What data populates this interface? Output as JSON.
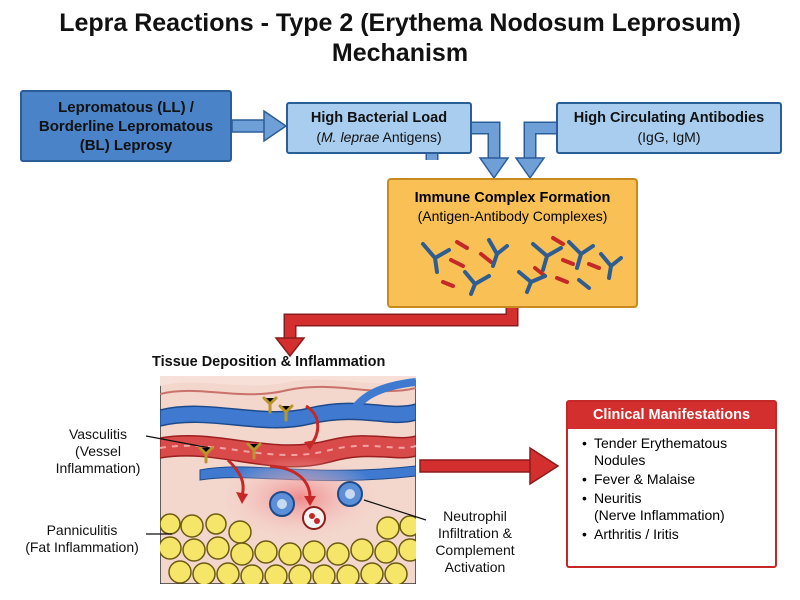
{
  "title": {
    "line1": "Lepra Reactions - Type 2 (Erythema Nodosum Leprosum)",
    "line2": "Mechanism"
  },
  "boxes": {
    "lepromatous": {
      "line1": "Lepromatous (LL) /",
      "line2": "Borderline Lepromatous",
      "line3": "(BL) Leprosy"
    },
    "bacterial_load": {
      "line1": "High Bacterial Load",
      "line2_open": "(",
      "line2_italic": "M. leprae",
      "line2_rest": " Antigens)"
    },
    "antibodies": {
      "line1": "High Circulating Antibodies",
      "line2": "(IgG, IgM)"
    },
    "immune_complex": {
      "line1": "Immune Complex Formation",
      "line2": "(Antigen-Antibody Complexes)"
    }
  },
  "tissue": {
    "title": "Tissue Deposition & Inflammation",
    "vasculitis": {
      "line1": "Vasculitis",
      "line2": "(Vessel",
      "line3": "Inflammation)"
    },
    "panniculitis": {
      "line1": "Panniculitis",
      "line2": "(Fat Inflammation)"
    },
    "neutrophil": {
      "line1": "Neutrophil",
      "line2": "Infiltration &",
      "line3": "Complement",
      "line4": "Activation"
    }
  },
  "clinical": {
    "header": "Clinical Manifestations",
    "items": [
      {
        "line1": "Tender Erythematous",
        "line2": "Nodules"
      },
      {
        "line1": "Fever & Malaise",
        "line2": ""
      },
      {
        "line1": "Neuritis",
        "line2": "(Nerve Inflammation)"
      },
      {
        "line1": "Arthritis / Iritis",
        "line2": ""
      }
    ]
  },
  "colors": {
    "dark_blue_box": "#4a83c8",
    "light_blue_box": "#a9cdee",
    "immune_box": "#f9c155",
    "red_arrow": "#d32f2f",
    "clinical_header": "#d32f2f"
  }
}
